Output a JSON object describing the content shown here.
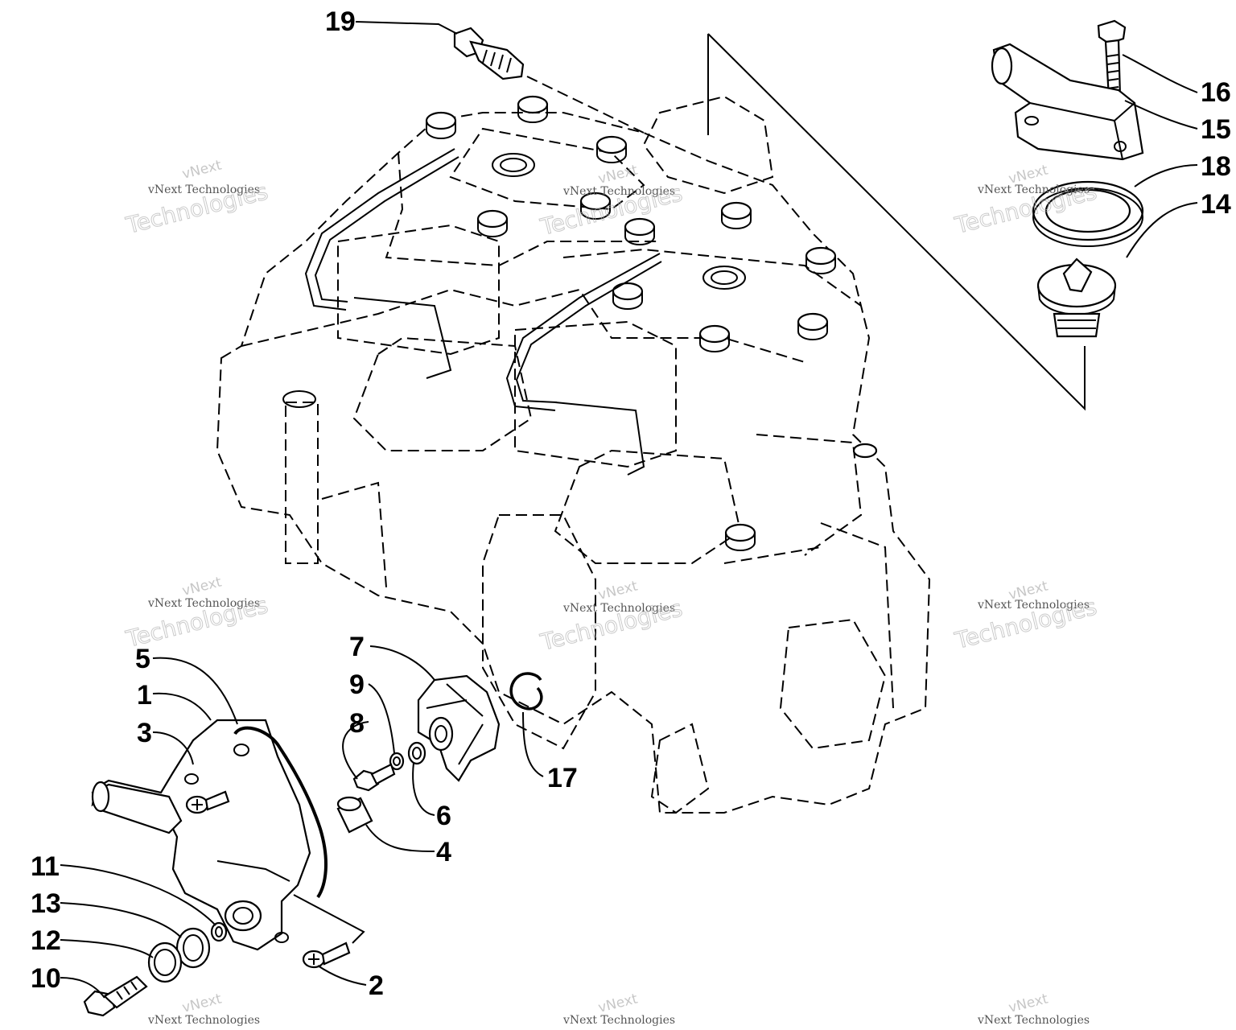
{
  "callouts": [
    {
      "id": "19",
      "label": "19"
    },
    {
      "id": "16",
      "label": "16"
    },
    {
      "id": "15",
      "label": "15"
    },
    {
      "id": "18",
      "label": "18"
    },
    {
      "id": "14",
      "label": "14"
    },
    {
      "id": "5",
      "label": "5"
    },
    {
      "id": "1",
      "label": "1"
    },
    {
      "id": "3",
      "label": "3"
    },
    {
      "id": "7",
      "label": "7"
    },
    {
      "id": "9",
      "label": "9"
    },
    {
      "id": "8",
      "label": "8"
    },
    {
      "id": "6",
      "label": "6"
    },
    {
      "id": "4",
      "label": "4"
    },
    {
      "id": "17",
      "label": "17"
    },
    {
      "id": "11",
      "label": "11"
    },
    {
      "id": "13",
      "label": "13"
    },
    {
      "id": "12",
      "label": "12"
    },
    {
      "id": "10",
      "label": "10"
    },
    {
      "id": "2",
      "label": "2"
    }
  ],
  "watermark": {
    "line1": "vNext",
    "line2": "vNext Technologies",
    "line3": "Technologies"
  }
}
